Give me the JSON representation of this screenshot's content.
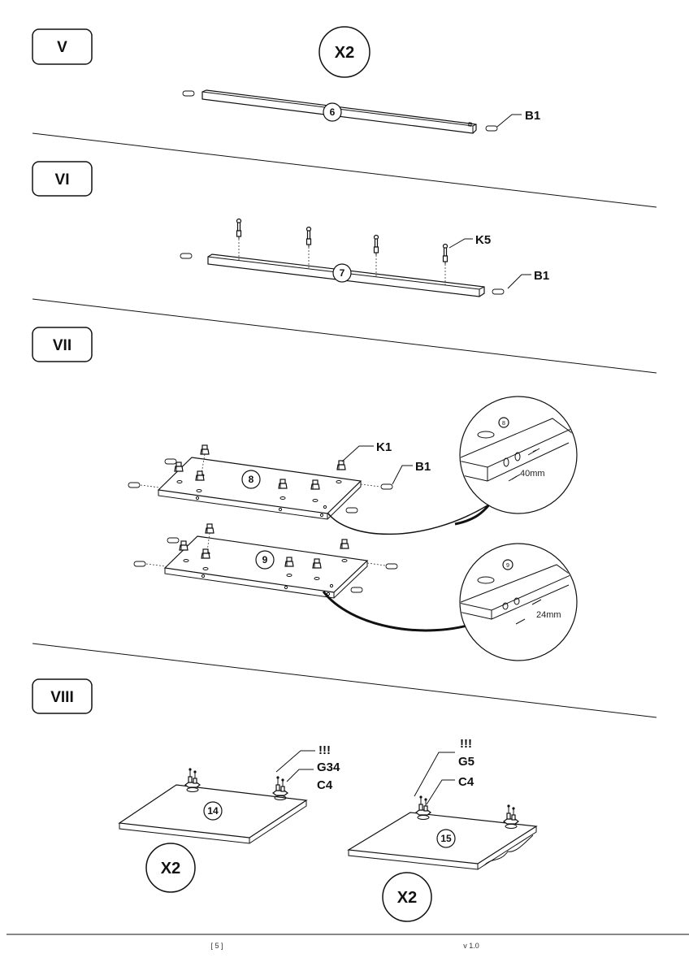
{
  "steps": [
    {
      "roman": "V",
      "multiplier": "X2",
      "part_number": "6",
      "callouts": [
        "B1"
      ]
    },
    {
      "roman": "VI",
      "part_number": "7",
      "callouts": [
        "K5",
        "B1"
      ]
    },
    {
      "roman": "VII",
      "panels": [
        {
          "part_number": "8",
          "detail_number": "8",
          "measurement": "40mm"
        },
        {
          "part_number": "9",
          "detail_number": "9",
          "measurement": "24mm"
        }
      ],
      "callouts": [
        "K1",
        "B1"
      ]
    },
    {
      "roman": "VIII",
      "panels": [
        {
          "part_number": "14",
          "multiplier": "X2",
          "warning": "!!!",
          "callouts": [
            "G34",
            "C4"
          ]
        },
        {
          "part_number": "15",
          "multiplier": "X2",
          "warning": "!!!",
          "callouts": [
            "G5",
            "C4"
          ]
        }
      ]
    }
  ],
  "footer": {
    "page": "[ 5 ]",
    "version": "v 1.0"
  }
}
